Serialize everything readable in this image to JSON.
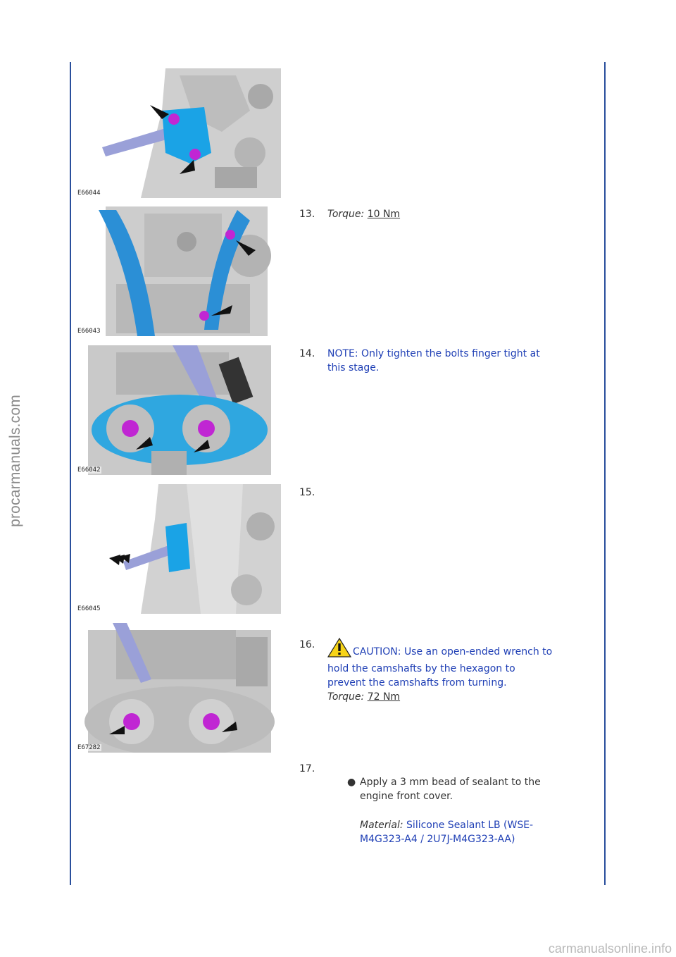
{
  "sidebar_watermark": "procarmanuals.com",
  "footer_watermark": "carmanualsonline.info",
  "icons": {
    "zoom": "zoom-in-icon",
    "warning": "warning-triangle-icon"
  },
  "colors": {
    "rule": "#2a4f9c",
    "note_text": "#1f3fb5",
    "tool_blue": "#1aa3e6",
    "bolt_magenta": "#c026d3"
  },
  "figures": [
    {
      "code": "E66044"
    },
    {
      "code": "E66043"
    },
    {
      "code": "E66042"
    },
    {
      "code": "E66045"
    },
    {
      "code": "E67282"
    }
  ],
  "steps": [
    {
      "number": "13.",
      "torque_label": "Torque:",
      "torque_value": "10 Nm"
    },
    {
      "number": "14.",
      "note_line1": "NOTE: Only tighten the bolts finger tight at",
      "note_line2": "this stage."
    },
    {
      "number": "15."
    },
    {
      "number": "16.",
      "caution_line1": "CAUTION: Use an open-ended wrench to",
      "caution_line2": "hold the camshafts by the hexagon to",
      "caution_line3": "prevent the camshafts from turning.",
      "torque_label": "Torque:",
      "torque_value": "72 Nm"
    },
    {
      "number": "17.",
      "bullet_line1": "Apply a 3 mm bead of sealant to the",
      "bullet_line2": "engine front cover.",
      "material_label": "Material:",
      "material_line1": "Silicone Sealant LB (WSE-",
      "material_line2": "M4G323-A4 / 2U7J-M4G323-AA)"
    }
  ]
}
